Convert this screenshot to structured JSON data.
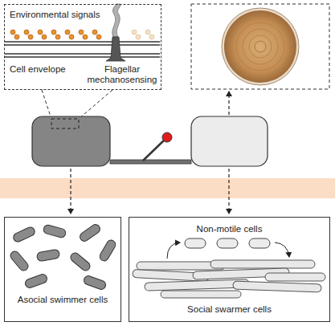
{
  "diagram": {
    "nodes": [
      {
        "text": [
          "Environmental signals",
          "Cell envelope",
          "Flagellar mechanosensing"
        ]
      },
      {
        "text": [
          "Asocial swimmer cells"
        ]
      },
      {
        "text": [
          "Non-motile cells",
          "Social swarmer cells"
        ]
      }
    ]
  }
}
